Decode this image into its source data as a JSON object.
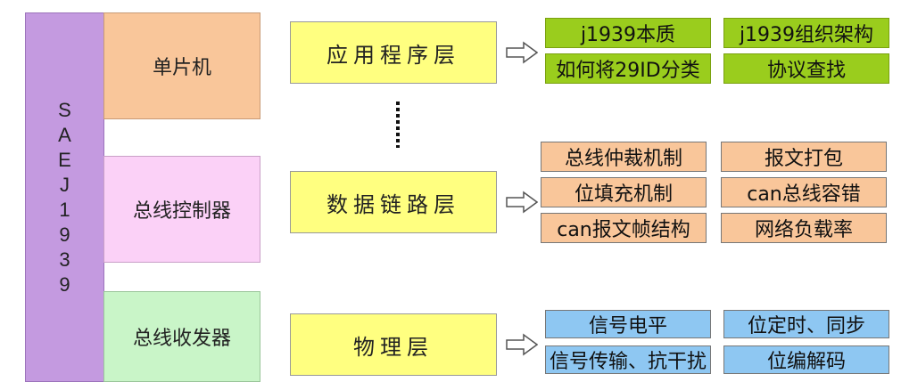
{
  "title_letters": [
    "S",
    "A",
    "E",
    "J",
    "1",
    "9",
    "3",
    "9"
  ],
  "left_blocks": [
    {
      "label": "单片机"
    },
    {
      "label": "总线控制器"
    },
    {
      "label": "总线收发器"
    }
  ],
  "layers": [
    {
      "label": "应用程序层"
    },
    {
      "label": "数据链路层"
    },
    {
      "label": "物理层"
    }
  ],
  "app_topics": [
    "j1939本质",
    "j1939组织架构",
    "如何将29ID分类",
    "协议查找"
  ],
  "datalink_topics": [
    "总线仲裁机制",
    "报文打包",
    "位填充机制",
    "can总线容错",
    "can报文帧结构",
    "网络负载率"
  ],
  "physical_topics": [
    "信号电平",
    "位定时、同步",
    "信号传输、抗干扰",
    "位编解码"
  ],
  "colors": {
    "title_col": "#c49ae0",
    "mcu": "#f9c69a",
    "controller": "#fbd1f7",
    "transceiver": "#c9f5c8",
    "layer": "#ffff80",
    "app": "#9acd1d",
    "datalink": "#f9c69a",
    "physical": "#8ec7f2"
  }
}
